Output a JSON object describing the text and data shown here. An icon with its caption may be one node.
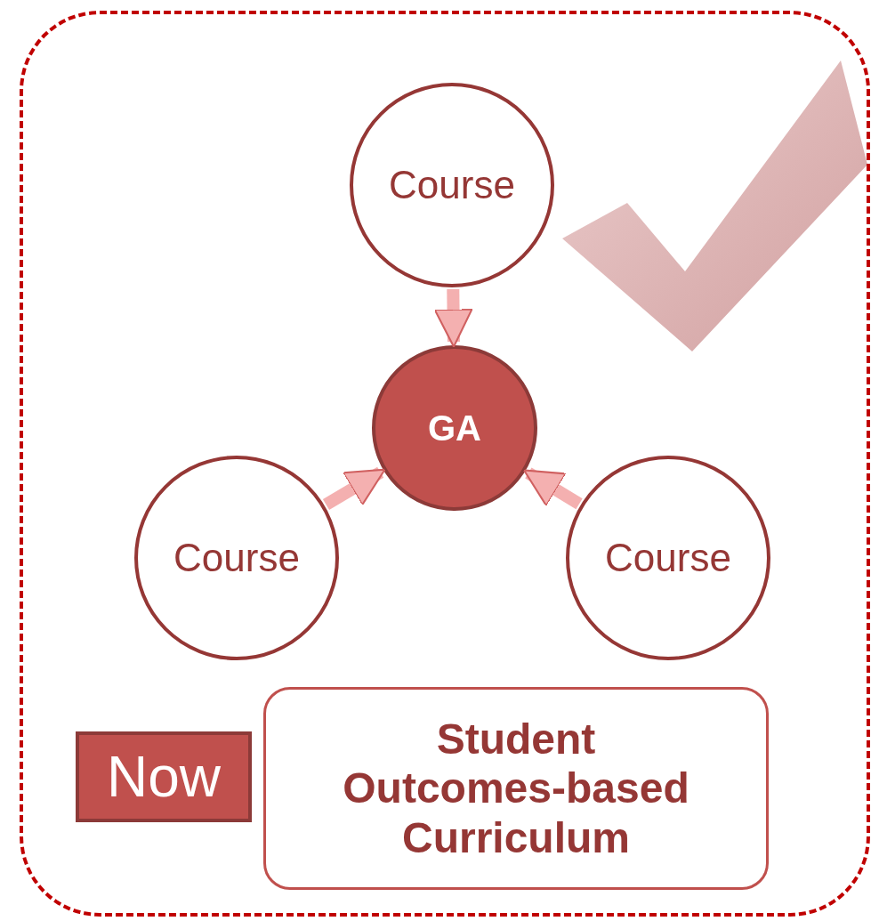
{
  "diagram": {
    "nodes": [
      {
        "text": [],
        "shape": "box"
      },
      {
        "text": [
          "Course"
        ],
        "in": 0
      },
      {
        "text": [
          "GA"
        ],
        "in": 0
      },
      {
        "text": [
          "Course"
        ],
        "in": 0
      },
      {
        "text": [
          "Course"
        ],
        "in": 0
      },
      {
        "text": [
          "Now"
        ],
        "in": 0
      },
      {
        "text": [
          "Student Outcomes-based Curriculum"
        ],
        "in": 0
      }
    ],
    "edges": [
      {
        "from": 1,
        "to": 2,
        "arrow": "to"
      },
      {
        "from": 3,
        "to": 2,
        "arrow": "to"
      },
      {
        "from": 4,
        "to": 2,
        "arrow": "to"
      }
    ]
  }
}
